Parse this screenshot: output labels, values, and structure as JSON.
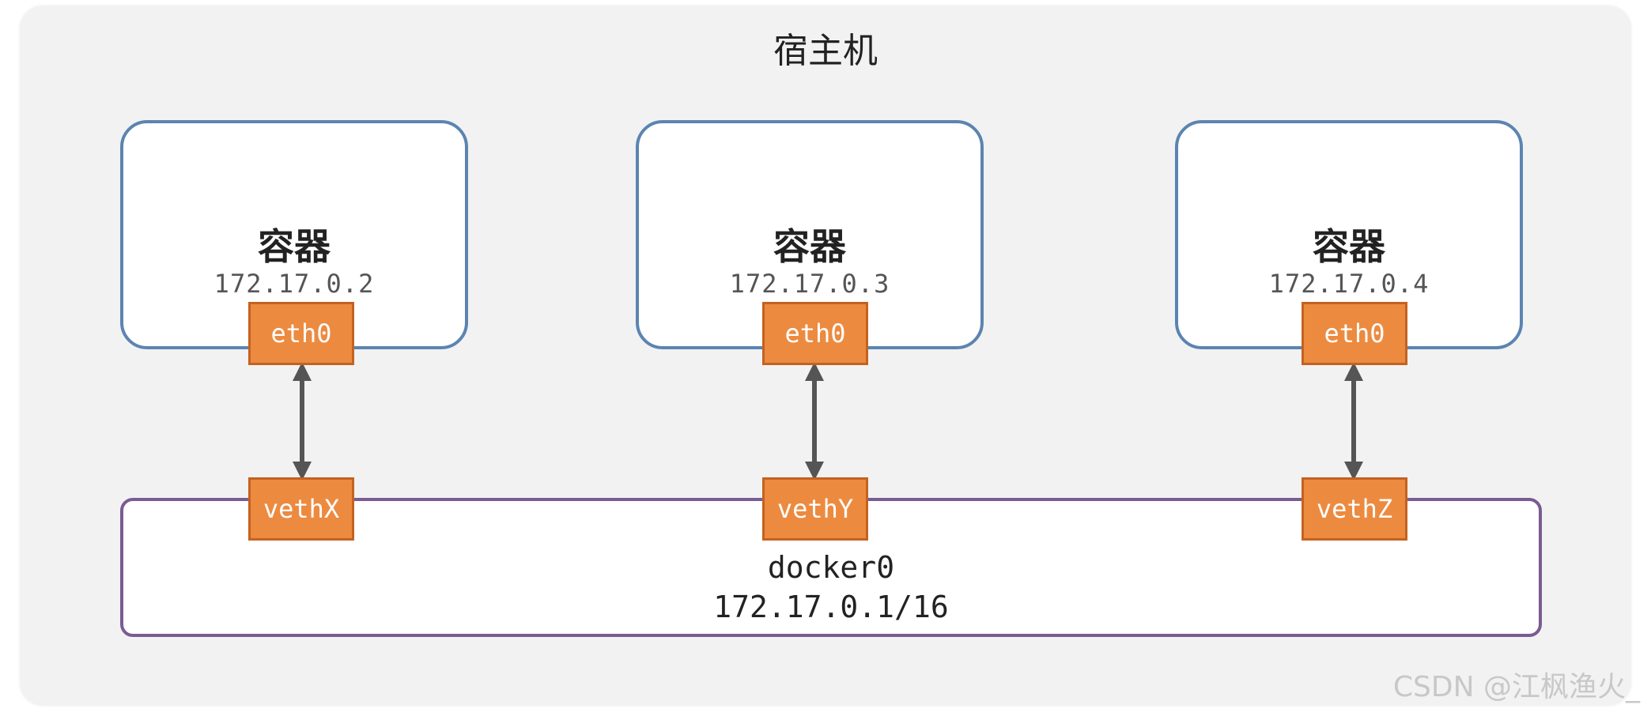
{
  "host": {
    "title": "宿主机"
  },
  "containers": [
    {
      "label": "容器",
      "ip": "172.17.0.2",
      "iface": "eth0",
      "veth": "vethX"
    },
    {
      "label": "容器",
      "ip": "172.17.0.3",
      "iface": "eth0",
      "veth": "vethY"
    },
    {
      "label": "容器",
      "ip": "172.17.0.4",
      "iface": "eth0",
      "veth": "vethZ"
    }
  ],
  "bridge": {
    "name": "docker0",
    "cidr": "172.17.0.1/16"
  },
  "watermark": "CSDN @江枫渔火_",
  "colors": {
    "host_bg": "#f2f2f2",
    "container_border": "#5b84b1",
    "bridge_border": "#7b5b94",
    "iface_fill": "#ec8b40",
    "arrow": "#555555"
  }
}
